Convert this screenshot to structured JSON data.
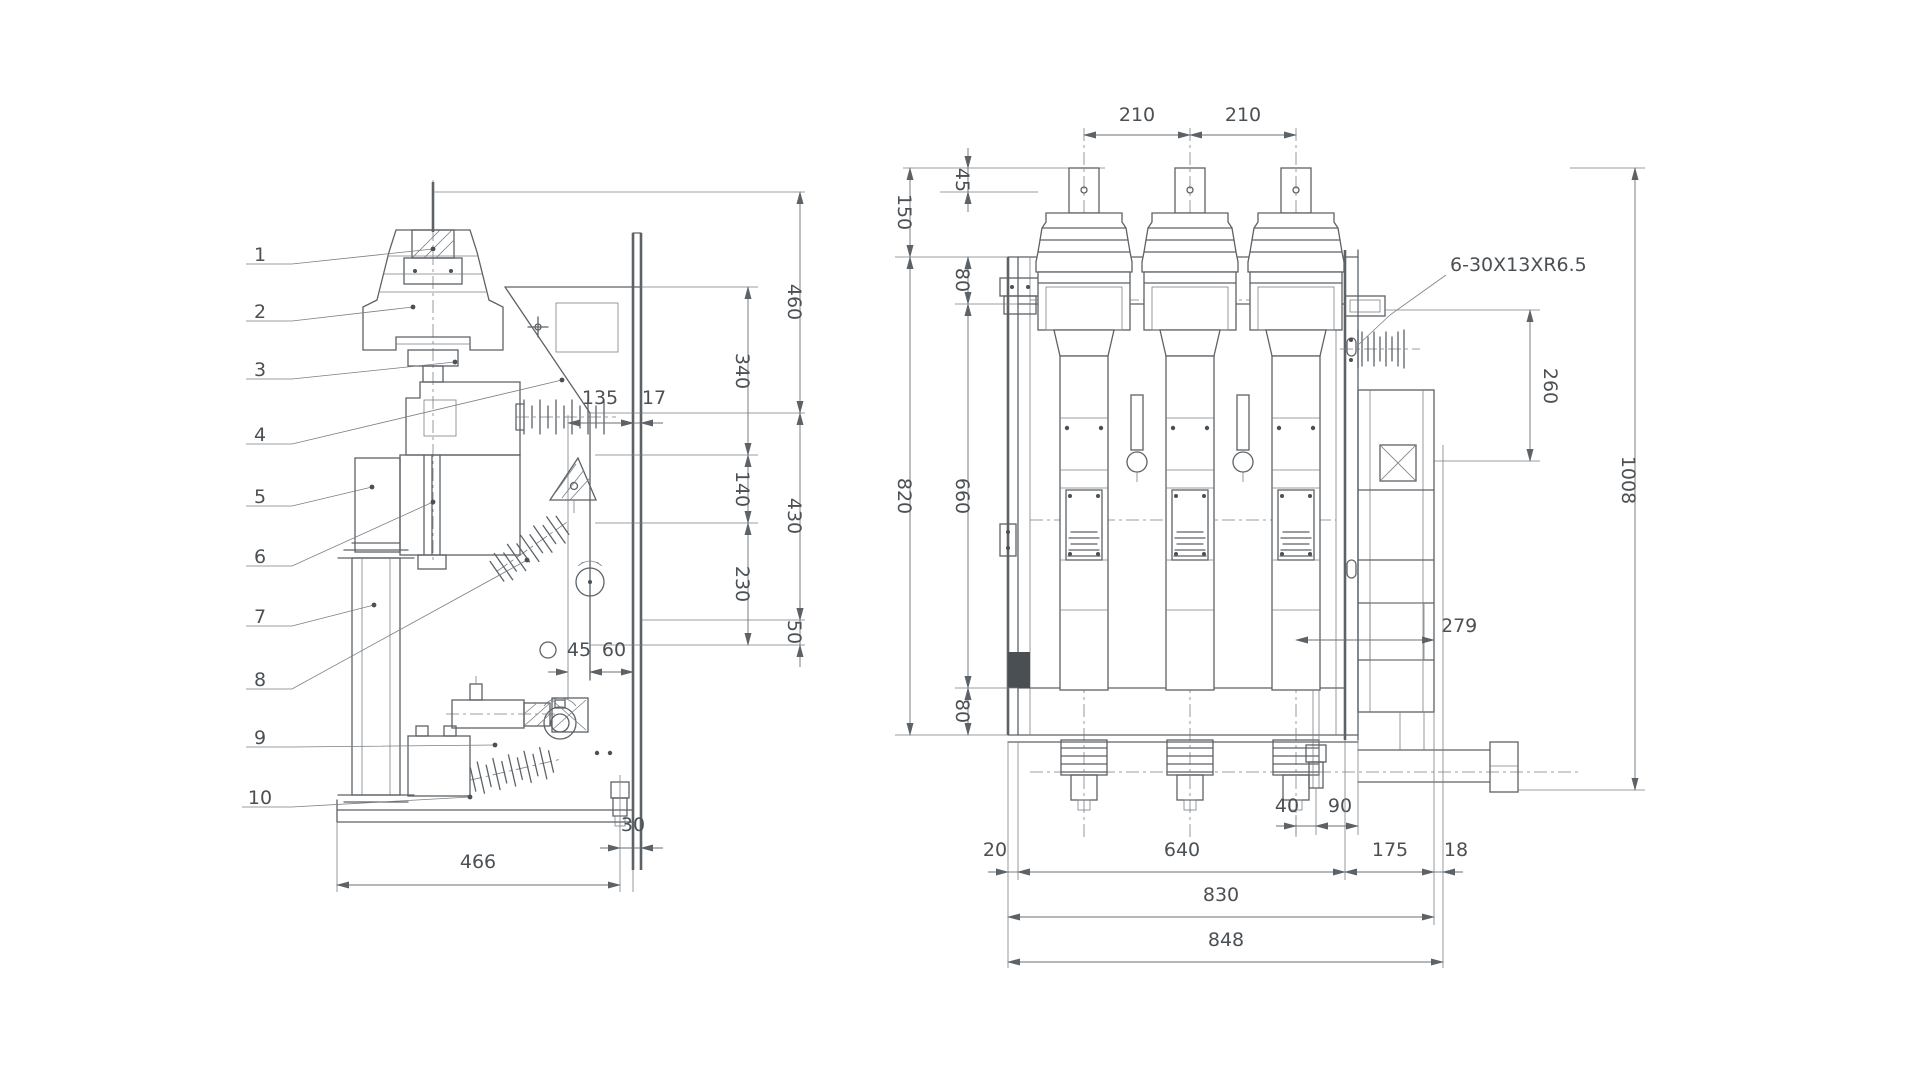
{
  "colors": {
    "line": "#5d6267",
    "text": "#4b5054",
    "background": "#ffffff"
  },
  "left_view": {
    "parts": [
      "1",
      "2",
      "3",
      "4",
      "5",
      "6",
      "7",
      "8",
      "9",
      "10"
    ],
    "dims": {
      "d135": "135",
      "d17": "17",
      "d45": "45",
      "d60": "60",
      "d30": "30",
      "d466": "466",
      "d340": "340",
      "d140": "140",
      "d230": "230",
      "d460": "460",
      "d430": "430",
      "d50": "50"
    }
  },
  "right_view": {
    "dims": {
      "d210a": "210",
      "d210b": "210",
      "d45": "45",
      "d150": "150",
      "d80a": "80",
      "d660": "660",
      "d80b": "80",
      "d820": "820",
      "slot_note": "6-30X13XR6.5",
      "d260": "260",
      "d1008": "1008",
      "d279": "279",
      "d40": "40",
      "d90": "90",
      "d20": "20",
      "d640": "640",
      "d175": "175",
      "d18": "18",
      "d830": "830",
      "d848": "848"
    }
  }
}
